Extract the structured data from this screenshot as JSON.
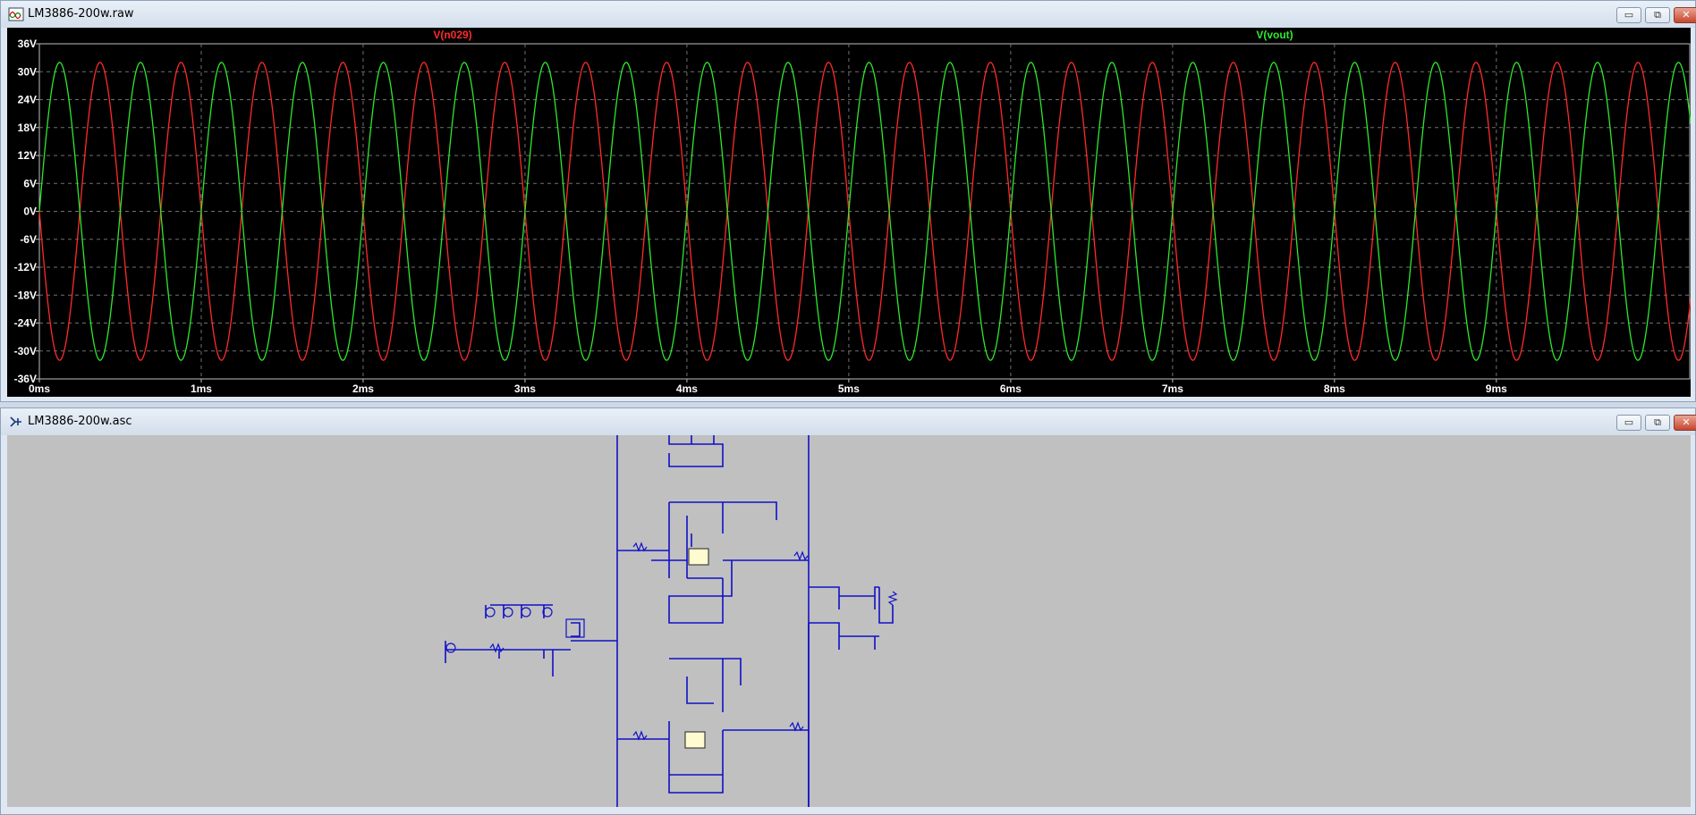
{
  "waveform_window": {
    "title": "LM3886-200w.raw",
    "buttons": {
      "minimize": "▭",
      "restore": "⧉",
      "close": "✕"
    }
  },
  "schematic_window": {
    "title": "LM3886-200w.asc",
    "buttons": {
      "minimize": "▭",
      "restore": "⧉",
      "close": "✕"
    }
  },
  "colors": {
    "trace_n029": "#ff2a2a",
    "trace_vout": "#2ee82e",
    "plot_bg": "#000000",
    "grid": "#707070",
    "wire": "#1010c8",
    "schematic_bg": "#c0c0c0"
  },
  "chart_data": {
    "type": "line",
    "title": "",
    "x": {
      "unit": "ms",
      "range": [
        0,
        10.2
      ],
      "ticks": [
        "0ms",
        "1ms",
        "2ms",
        "3ms",
        "4ms",
        "5ms",
        "6ms",
        "7ms",
        "8ms",
        "9ms"
      ],
      "tick_values": [
        0,
        1,
        2,
        3,
        4,
        5,
        6,
        7,
        8,
        9
      ]
    },
    "y": {
      "unit": "V",
      "range": [
        -36,
        36
      ],
      "ticks": [
        "36V",
        "30V",
        "24V",
        "18V",
        "12V",
        "6V",
        "0V",
        "-6V",
        "-12V",
        "-18V",
        "-24V",
        "-30V",
        "-36V"
      ],
      "tick_values": [
        36,
        30,
        24,
        18,
        12,
        6,
        0,
        -6,
        -12,
        -18,
        -24,
        -30,
        -36
      ]
    },
    "grid": true,
    "series": [
      {
        "name": "V(n029)",
        "waveform": "sine",
        "amplitude": 32,
        "frequency_khz": 2,
        "phase_deg": 180,
        "color": "#ff2a2a"
      },
      {
        "name": "V(vout)",
        "waveform": "sine",
        "amplitude": 32,
        "frequency_khz": 2,
        "phase_deg": 0,
        "color": "#2ee82e"
      }
    ]
  }
}
